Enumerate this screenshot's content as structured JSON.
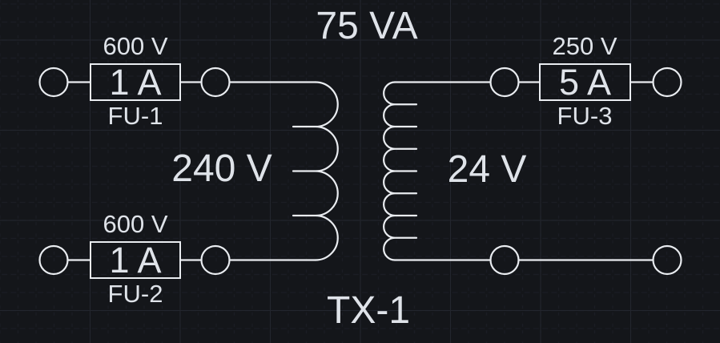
{
  "colors": {
    "background": "#14161a",
    "wire": "#e9ecf0",
    "text": "#dfe3e9",
    "grid_major": "#23262e",
    "grid_minor": "#1d2027"
  },
  "transformer": {
    "power_rating": "75 VA",
    "reference": "TX-1",
    "primary_voltage": "240 V",
    "secondary_voltage": "24 V"
  },
  "fuses": [
    {
      "ref": "FU-1",
      "current_rating": "1 A",
      "voltage_rating": "600 V"
    },
    {
      "ref": "FU-2",
      "current_rating": "1 A",
      "voltage_rating": "600 V"
    },
    {
      "ref": "FU-3",
      "current_rating": "5 A",
      "voltage_rating": "250 V"
    }
  ]
}
